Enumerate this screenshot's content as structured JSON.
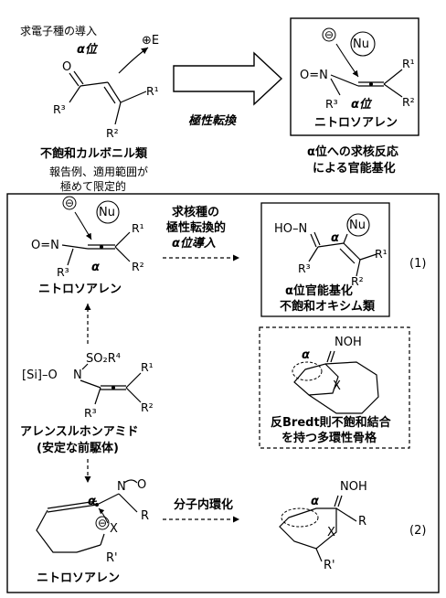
{
  "top": {
    "intro_label": "求電子種の導入",
    "alpha_pos": "α位",
    "electrophile": "⊕E",
    "unsaturated_carbonyl": "不飽和カルボニル類",
    "limited_note_1": "報告例、適用範囲が",
    "limited_note_2": "極めて限定的",
    "umpolung": "極性転換",
    "nitroso_allene": "ニトロソアレン",
    "alpha_nuc_1": "α位への求核反応",
    "alpha_nuc_2": "による官能基化"
  },
  "main": {
    "arrow1_1": "求核種の",
    "arrow1_2": "極性転換的",
    "arrow1_3": "α位導入",
    "product1_1": "α位官能基化",
    "product1_2": "不飽和オキシム類",
    "eq1": "(1)",
    "precursor_1": "アレンスルホンアミド",
    "precursor_2": "(安定な前駆体)",
    "bredt_1": "反Bredt則不飽和結合",
    "bredt_2": "を持つ多環性骨格",
    "nitroso_allene_bottom": "ニトロソアレン",
    "nitroso_allene_mid": "ニトロソアレン",
    "intramolecular": "分子内環化",
    "eq2": "(2)"
  },
  "chem": {
    "R1": "R¹",
    "R2": "R²",
    "R3": "R³",
    "R4": "R⁴",
    "O": "O",
    "N": "N",
    "Nu": "Nu",
    "minus": "⊖",
    "alpha": "α",
    "HO_N": "HO–N",
    "NOH": "NOH",
    "OH": "OH",
    "X": "X",
    "R": "R",
    "Rp": "R'",
    "Si_O": "[Si]–O",
    "SO2R4": "SO₂R⁴",
    "O_N_eq": "O=N"
  }
}
